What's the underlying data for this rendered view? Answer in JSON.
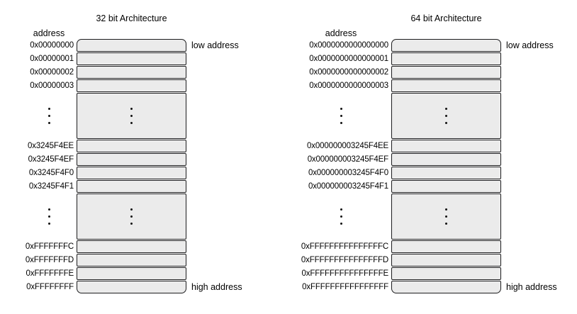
{
  "colors": {
    "background": "#ffffff",
    "cell_fill": "#ebebeb",
    "cell_border": "#1c1c1e",
    "text": "#000000"
  },
  "diagrams": [
    {
      "id": "32bit",
      "title": "32 bit Architecture",
      "address_heading": "address",
      "low_address_label": "low address",
      "high_address_label": "high address",
      "rows": [
        {
          "type": "cell",
          "address": "0x00000000"
        },
        {
          "type": "cell",
          "address": "0x00000001"
        },
        {
          "type": "cell",
          "address": "0x00000002"
        },
        {
          "type": "cell",
          "address": "0x00000003"
        },
        {
          "type": "gap"
        },
        {
          "type": "cell",
          "address": "0x3245F4EE"
        },
        {
          "type": "cell",
          "address": "0x3245F4EF"
        },
        {
          "type": "cell",
          "address": "0x3245F4F0"
        },
        {
          "type": "cell",
          "address": "0x3245F4F1"
        },
        {
          "type": "gap"
        },
        {
          "type": "cell",
          "address": "0xFFFFFFFC"
        },
        {
          "type": "cell",
          "address": "0xFFFFFFFD"
        },
        {
          "type": "cell",
          "address": "0xFFFFFFFE"
        },
        {
          "type": "cell",
          "address": "0xFFFFFFFF"
        }
      ]
    },
    {
      "id": "64bit",
      "title": "64 bit Architecture",
      "address_heading": "address",
      "low_address_label": "low address",
      "high_address_label": "high address",
      "rows": [
        {
          "type": "cell",
          "address": "0x0000000000000000"
        },
        {
          "type": "cell",
          "address": "0x0000000000000001"
        },
        {
          "type": "cell",
          "address": "0x0000000000000002"
        },
        {
          "type": "cell",
          "address": "0x0000000000000003"
        },
        {
          "type": "gap"
        },
        {
          "type": "cell",
          "address": "0x000000003245F4EE"
        },
        {
          "type": "cell",
          "address": "0x000000003245F4EF"
        },
        {
          "type": "cell",
          "address": "0x000000003245F4F0"
        },
        {
          "type": "cell",
          "address": "0x000000003245F4F1"
        },
        {
          "type": "gap"
        },
        {
          "type": "cell",
          "address": "0xFFFFFFFFFFFFFFFC"
        },
        {
          "type": "cell",
          "address": "0xFFFFFFFFFFFFFFFD"
        },
        {
          "type": "cell",
          "address": "0xFFFFFFFFFFFFFFFE"
        },
        {
          "type": "cell",
          "address": "0xFFFFFFFFFFFFFFFF"
        }
      ]
    }
  ]
}
